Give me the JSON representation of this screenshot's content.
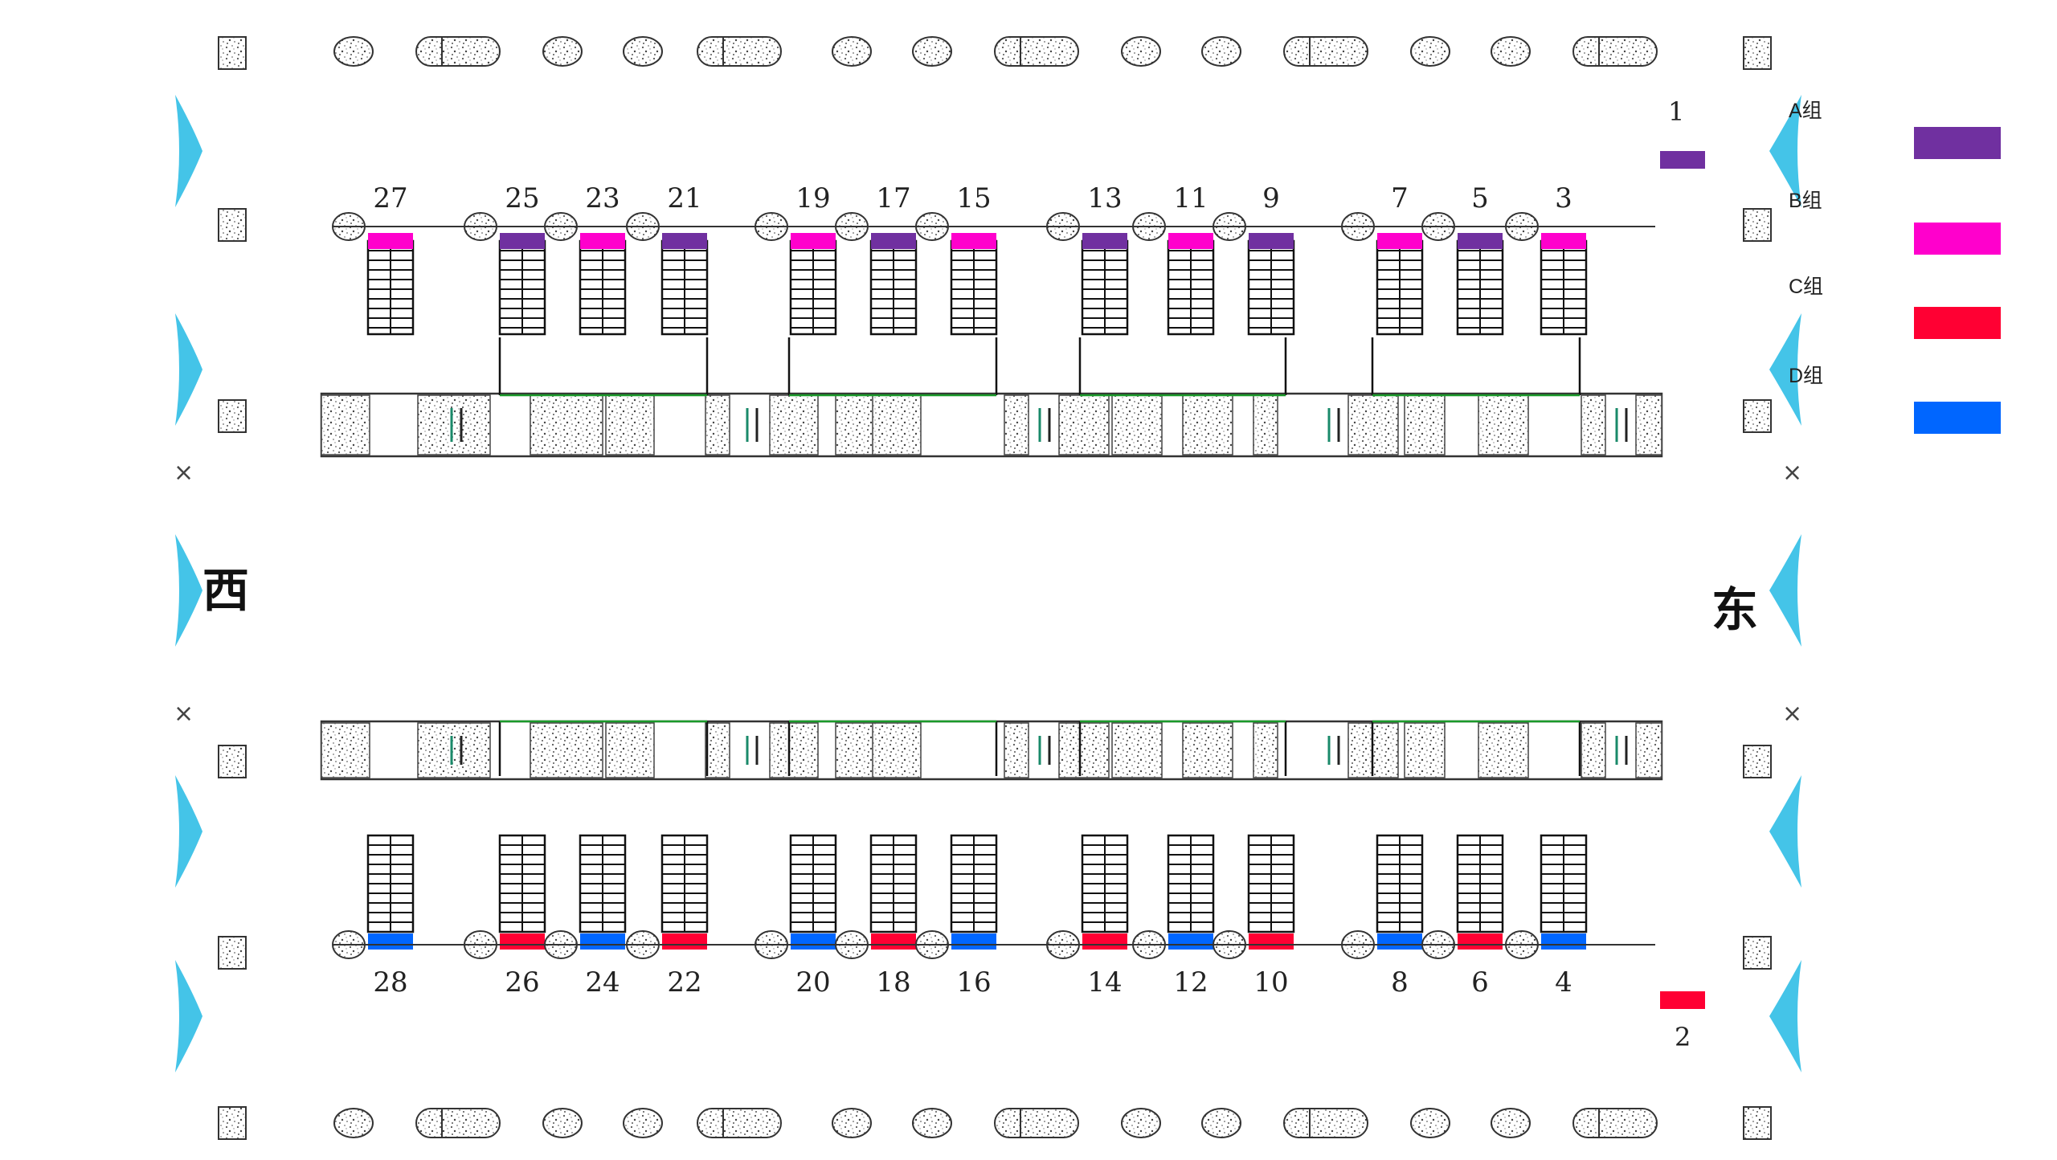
{
  "legend": [
    {
      "label": "A组",
      "color": "#7030a0"
    },
    {
      "label": "B组",
      "color": "#ff00cc"
    },
    {
      "label": "C组",
      "color": "#ff0033"
    },
    {
      "label": "D组",
      "color": "#0066ff"
    }
  ],
  "directions": {
    "west": "西",
    "east": "东"
  },
  "markers": {
    "top": {
      "number": "1",
      "color": "#7030a0"
    },
    "bottom": {
      "number": "2",
      "color": "#ff0033"
    }
  },
  "top_row": [
    {
      "number": "27",
      "group": "B"
    },
    {
      "number": "25",
      "group": "A"
    },
    {
      "number": "23",
      "group": "B"
    },
    {
      "number": "21",
      "group": "A"
    },
    {
      "number": "19",
      "group": "B"
    },
    {
      "number": "17",
      "group": "A"
    },
    {
      "number": "15",
      "group": "B"
    },
    {
      "number": "13",
      "group": "A"
    },
    {
      "number": "11",
      "group": "B"
    },
    {
      "number": "9",
      "group": "A"
    },
    {
      "number": "7",
      "group": "B"
    },
    {
      "number": "5",
      "group": "A"
    },
    {
      "number": "3",
      "group": "B"
    }
  ],
  "bottom_row": [
    {
      "number": "28",
      "group": "D"
    },
    {
      "number": "26",
      "group": "C"
    },
    {
      "number": "24",
      "group": "D"
    },
    {
      "number": "22",
      "group": "C"
    },
    {
      "number": "20",
      "group": "D"
    },
    {
      "number": "18",
      "group": "C"
    },
    {
      "number": "16",
      "group": "D"
    },
    {
      "number": "14",
      "group": "C"
    },
    {
      "number": "12",
      "group": "D"
    },
    {
      "number": "10",
      "group": "C"
    },
    {
      "number": "8",
      "group": "D"
    },
    {
      "number": "6",
      "group": "C"
    },
    {
      "number": "4",
      "group": "D"
    }
  ]
}
